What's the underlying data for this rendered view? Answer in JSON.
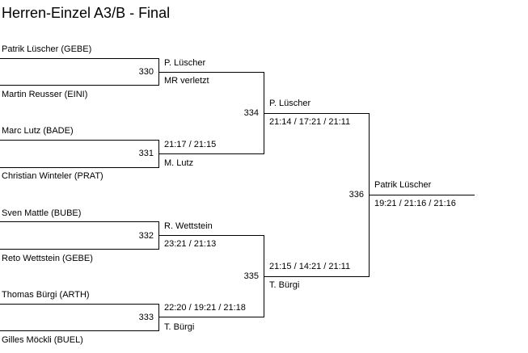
{
  "title": "Herren-Einzel A3/B - Final",
  "round1": [
    {
      "match": "330",
      "player_top": "Patrik Lüscher (GEBE)",
      "player_bottom": "Martin Reusser (EINI)",
      "above": "P. Lüscher",
      "below": "MR verletzt"
    },
    {
      "match": "331",
      "player_top": "Marc Lutz (BADE)",
      "player_bottom": "Christian Winteler (PRAT)",
      "above": "21:17 / 21:15",
      "below": "M. Lutz"
    },
    {
      "match": "332",
      "player_top": "Sven Mattle (BUBE)",
      "player_bottom": "Reto Wettstein (GEBE)",
      "above": "R. Wettstein",
      "below": "23:21 / 21:13"
    },
    {
      "match": "333",
      "player_top": "Thomas Bürgi (ARTH)",
      "player_bottom": "Gilles Möckli (BUEL)",
      "above": "22:20 / 19:21 / 21:18",
      "below": "T. Bürgi"
    }
  ],
  "round2": [
    {
      "match": "334",
      "above": "P. Lüscher",
      "below": "21:14 / 17:21 / 21:11"
    },
    {
      "match": "335",
      "above": "21:15 / 14:21 / 21:11",
      "below": "T. Bürgi"
    }
  ],
  "final": {
    "match": "336",
    "above": "Patrik Lüscher",
    "below": "19:21 / 21:16 / 21:16"
  }
}
